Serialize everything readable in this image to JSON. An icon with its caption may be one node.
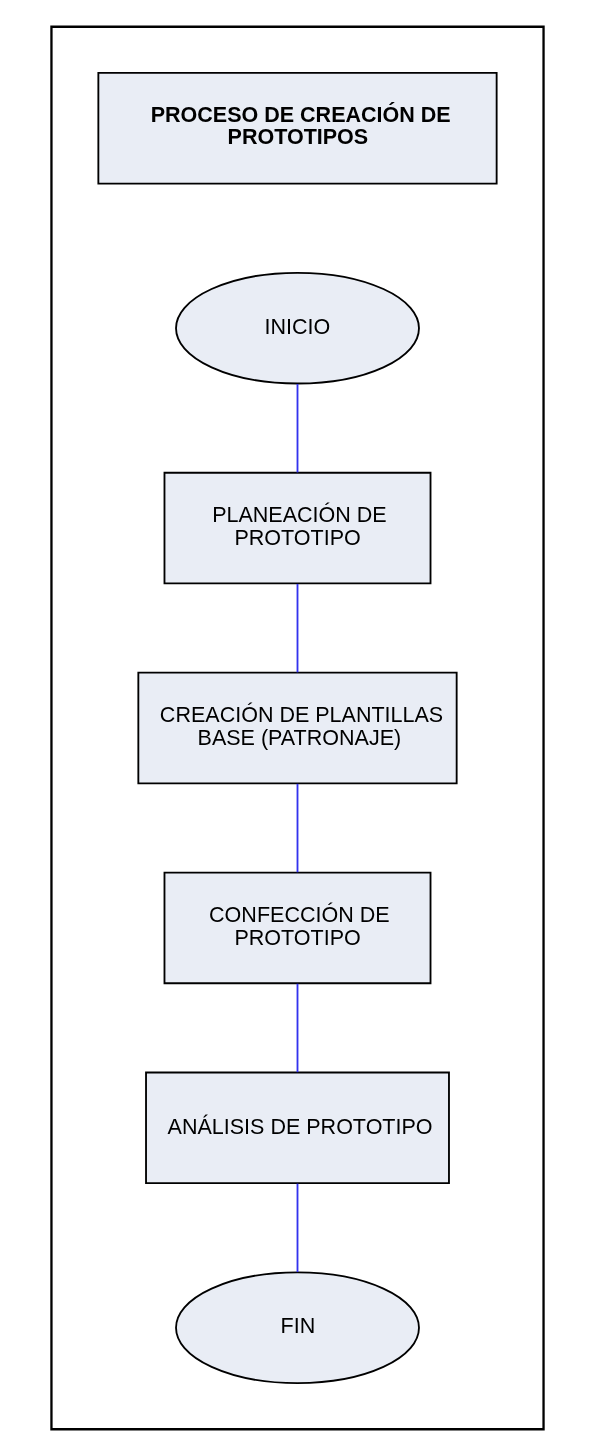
{
  "diagram": {
    "nodes": [
      {
        "text": [],
        "shape": "box"
      },
      {
        "text": [
          "PROCESO DE CREACIÓN DE PROTOTIPOS"
        ],
        "in": 0
      },
      {
        "text": [
          "INICIO"
        ],
        "in": 0
      },
      {
        "text": [
          "PLANEACIÓN DE PROTOTIPO"
        ],
        "in": 0
      },
      {
        "text": [
          "CREACIÓN DE PLANTILLAS BASE (PATRONAJE)"
        ],
        "in": 0
      },
      {
        "text": [
          "CONFECCIÓN DE PROTOTIPO"
        ],
        "in": 0
      },
      {
        "text": [
          "ANÁLISIS DE PROTOTIPO"
        ],
        "in": 0
      },
      {
        "text": [
          "FIN"
        ],
        "in": 0
      }
    ],
    "edges": [
      {
        "from": 2,
        "to": 3,
        "arrow": "none"
      },
      {
        "from": 3,
        "to": 4,
        "arrow": "none"
      },
      {
        "from": 4,
        "to": 5,
        "arrow": "none"
      },
      {
        "from": 5,
        "to": 6,
        "arrow": "none"
      },
      {
        "from": 6,
        "to": 7,
        "arrow": "none"
      }
    ]
  }
}
